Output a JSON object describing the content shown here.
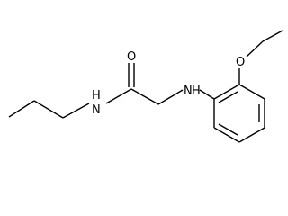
{
  "diagram": {
    "type": "chemical-structure",
    "atoms": [
      {
        "id": "o_carbonyl",
        "element": "O",
        "label": "O"
      },
      {
        "id": "n_amide",
        "element": "N",
        "label": "N",
        "hydrogen": "H"
      },
      {
        "id": "n_amine",
        "element": "N",
        "label": "N",
        "hydrogen": "H"
      },
      {
        "id": "o_ether",
        "element": "O",
        "label": "O"
      }
    ],
    "colors": {
      "background": "#ffffff",
      "ink": "#000000"
    }
  }
}
